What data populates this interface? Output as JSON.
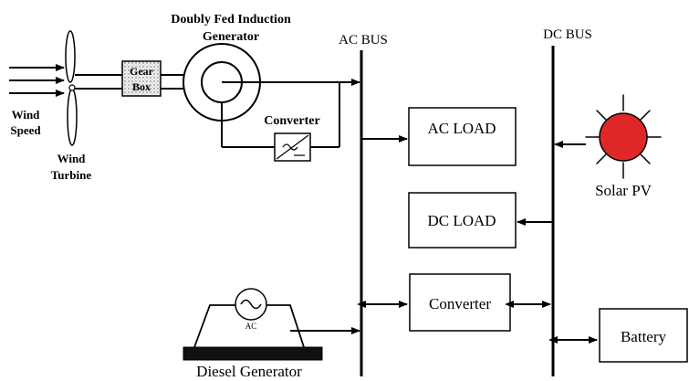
{
  "labels": {
    "dfig_line1": "Doubly Fed Induction",
    "dfig_line2": "Generator",
    "ac_bus": "AC BUS",
    "dc_bus": "DC BUS",
    "gearbox_line1": "Gear",
    "gearbox_line2": "Box",
    "converter_wind": "Converter",
    "wind_speed_line1": "Wind",
    "wind_speed_line2": "Speed",
    "wind_turbine_line1": "Wind",
    "wind_turbine_line2": "Turbine",
    "ac_load": "AC LOAD",
    "dc_load": "DC LOAD",
    "converter_main": "Converter",
    "battery": "Battery",
    "solar_pv": "Solar PV",
    "diesel_generator": "Diesel Generator",
    "diesel_ac": "AC"
  },
  "colors": {
    "line": "#000000",
    "sun_fill": "#e02727",
    "gearbox_fill": "#e8e8e8",
    "background": "#ffffff"
  },
  "icons": {
    "sun": "solar-pv-icon",
    "ac_source": "ac-source-icon",
    "converter": "converter-symbol-icon"
  }
}
